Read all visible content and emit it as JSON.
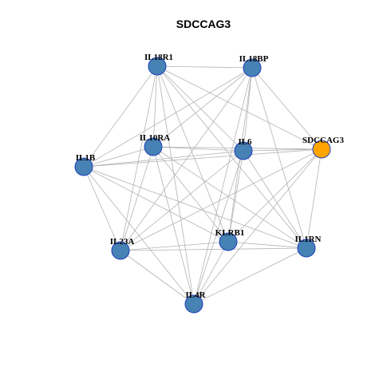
{
  "title": "SDCCAG3",
  "colors": {
    "default_node": "#4682b4",
    "focus_node": "#ffa500",
    "node_border": "#1f3fbf",
    "edge": "#b3b3b3"
  },
  "nodes": [
    {
      "id": "IL18R1",
      "label": "IL18R1",
      "focus": false
    },
    {
      "id": "IL18BP",
      "label": "IL18BP",
      "focus": false
    },
    {
      "id": "IL10RA",
      "label": "IL10RA",
      "focus": false
    },
    {
      "id": "IL6",
      "label": "IL6",
      "focus": false
    },
    {
      "id": "SDCCAG3",
      "label": "SDCCAG3",
      "focus": true
    },
    {
      "id": "IL1B",
      "label": "IL1B",
      "focus": false
    },
    {
      "id": "KLRB1",
      "label": "KLRB1",
      "focus": false
    },
    {
      "id": "IL1RN",
      "label": "IL1RN",
      "focus": false
    },
    {
      "id": "IL23A",
      "label": "IL23A",
      "focus": false
    },
    {
      "id": "IL4R",
      "label": "IL4R",
      "focus": false
    }
  ],
  "edges": [
    [
      "IL18R1",
      "IL18BP"
    ],
    [
      "IL18R1",
      "SDCCAG3"
    ],
    [
      "IL18R1",
      "IL1B"
    ],
    [
      "IL18R1",
      "IL10RA"
    ],
    [
      "IL18R1",
      "IL6"
    ],
    [
      "IL18R1",
      "KLRB1"
    ],
    [
      "IL18R1",
      "IL1RN"
    ],
    [
      "IL18R1",
      "IL23A"
    ],
    [
      "IL18R1",
      "IL4R"
    ],
    [
      "IL18BP",
      "SDCCAG3"
    ],
    [
      "IL18BP",
      "IL1B"
    ],
    [
      "IL18BP",
      "IL10RA"
    ],
    [
      "IL18BP",
      "IL6"
    ],
    [
      "IL18BP",
      "KLRB1"
    ],
    [
      "IL18BP",
      "IL1RN"
    ],
    [
      "IL18BP",
      "IL23A"
    ],
    [
      "IL18BP",
      "IL4R"
    ],
    [
      "IL10RA",
      "IL1B"
    ],
    [
      "IL10RA",
      "IL6"
    ],
    [
      "IL10RA",
      "KLRB1"
    ],
    [
      "IL10RA",
      "IL1RN"
    ],
    [
      "IL10RA",
      "IL23A"
    ],
    [
      "IL10RA",
      "IL4R"
    ],
    [
      "IL10RA",
      "SDCCAG3"
    ],
    [
      "IL6",
      "IL1B"
    ],
    [
      "IL6",
      "SDCCAG3"
    ],
    [
      "IL6",
      "KLRB1"
    ],
    [
      "IL6",
      "IL1RN"
    ],
    [
      "IL6",
      "IL23A"
    ],
    [
      "IL6",
      "IL4R"
    ],
    [
      "SDCCAG3",
      "IL1B"
    ],
    [
      "SDCCAG3",
      "KLRB1"
    ],
    [
      "SDCCAG3",
      "IL1RN"
    ],
    [
      "SDCCAG3",
      "IL23A"
    ],
    [
      "SDCCAG3",
      "IL4R"
    ],
    [
      "IL1B",
      "KLRB1"
    ],
    [
      "IL1B",
      "IL1RN"
    ],
    [
      "IL1B",
      "IL23A"
    ],
    [
      "IL1B",
      "IL4R"
    ],
    [
      "KLRB1",
      "IL1RN"
    ],
    [
      "KLRB1",
      "IL23A"
    ],
    [
      "KLRB1",
      "IL4R"
    ],
    [
      "IL1RN",
      "IL23A"
    ],
    [
      "IL1RN",
      "IL4R"
    ],
    [
      "IL23A",
      "IL4R"
    ]
  ]
}
